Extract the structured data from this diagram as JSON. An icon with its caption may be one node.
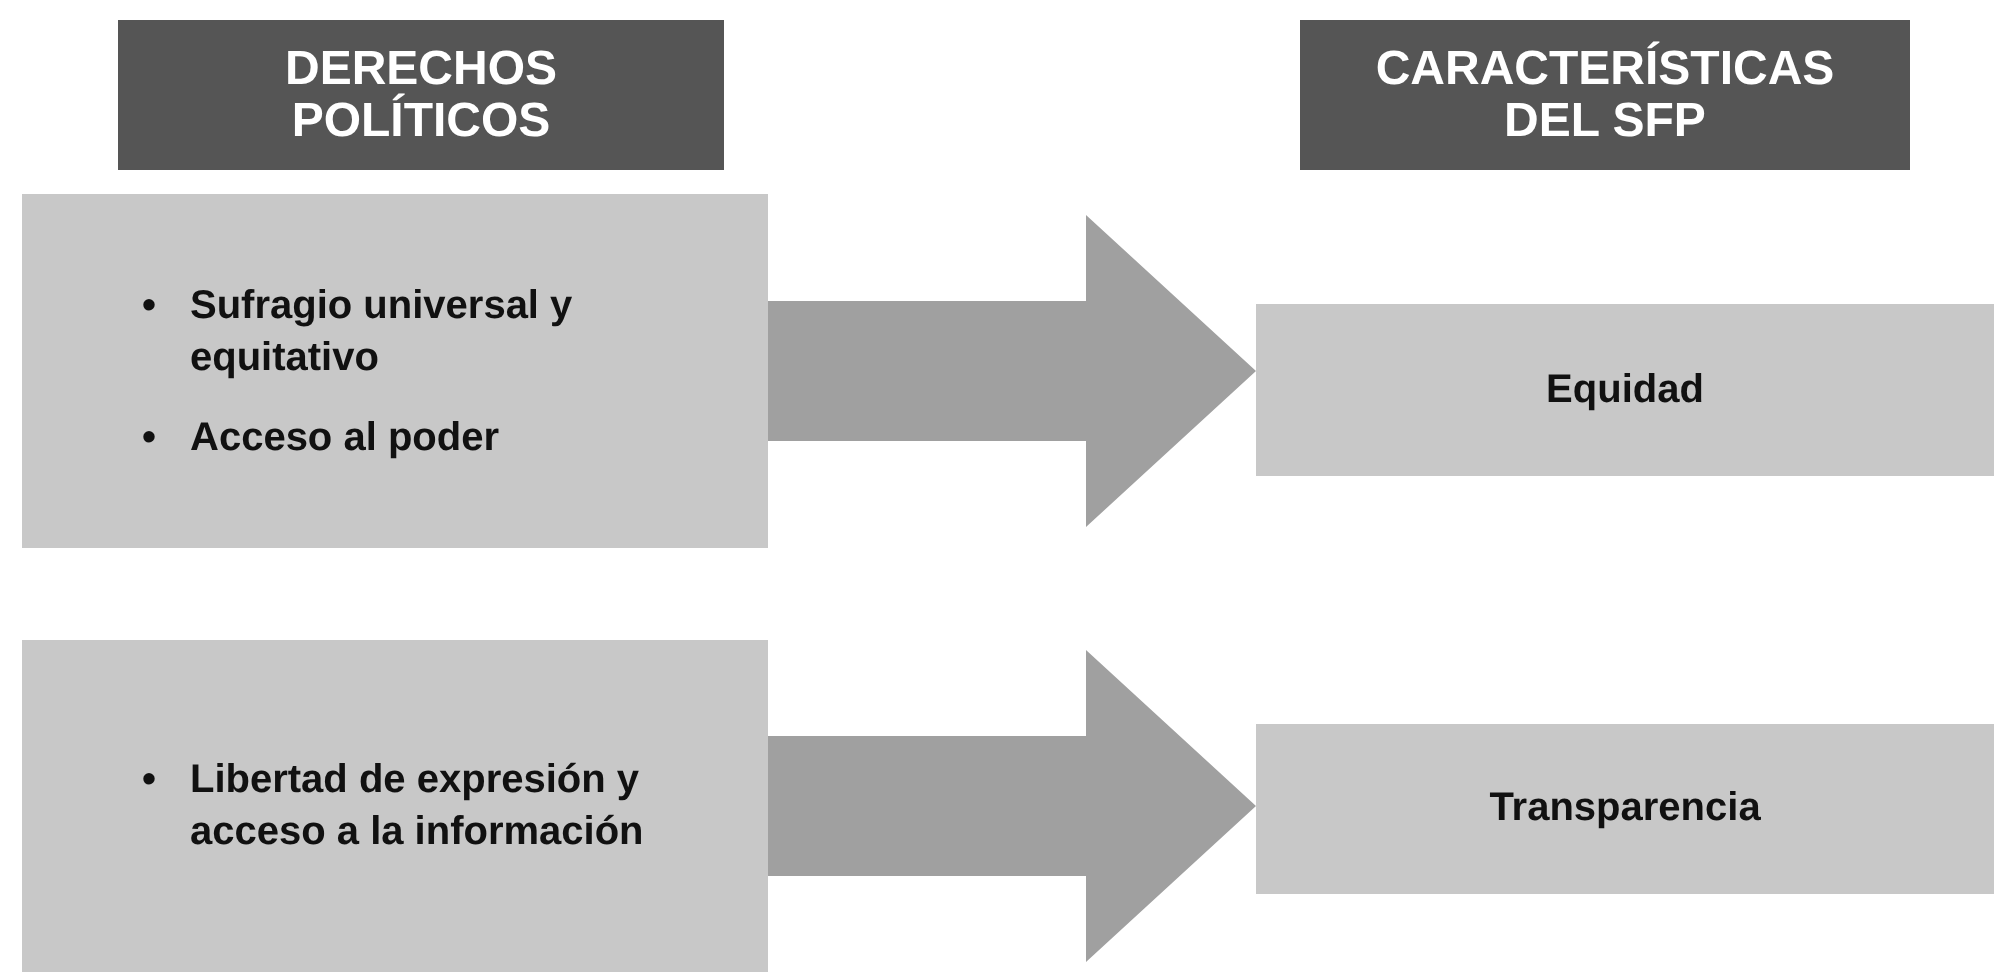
{
  "diagram": {
    "nodes": [
      {
        "text": [
          "DERECHOS POLÍTICOS"
        ]
      },
      {
        "text": [
          "CARACTERÍSTICAS DEL SFP"
        ]
      },
      {
        "text": [
          "Sufragio universal y equitativo",
          "Acceso al poder"
        ]
      },
      {
        "text": [
          "Equidad"
        ]
      },
      {
        "text": [
          "Libertad de expresión y acceso a la información"
        ]
      },
      {
        "text": [
          "Transparencia"
        ]
      }
    ],
    "edges": [
      {
        "from": 2,
        "to": 3,
        "arrow": "to",
        "style": "thick"
      },
      {
        "from": 4,
        "to": 5,
        "arrow": "to",
        "style": "thick"
      }
    ],
    "labels": [
      "•",
      "•",
      "•"
    ]
  }
}
